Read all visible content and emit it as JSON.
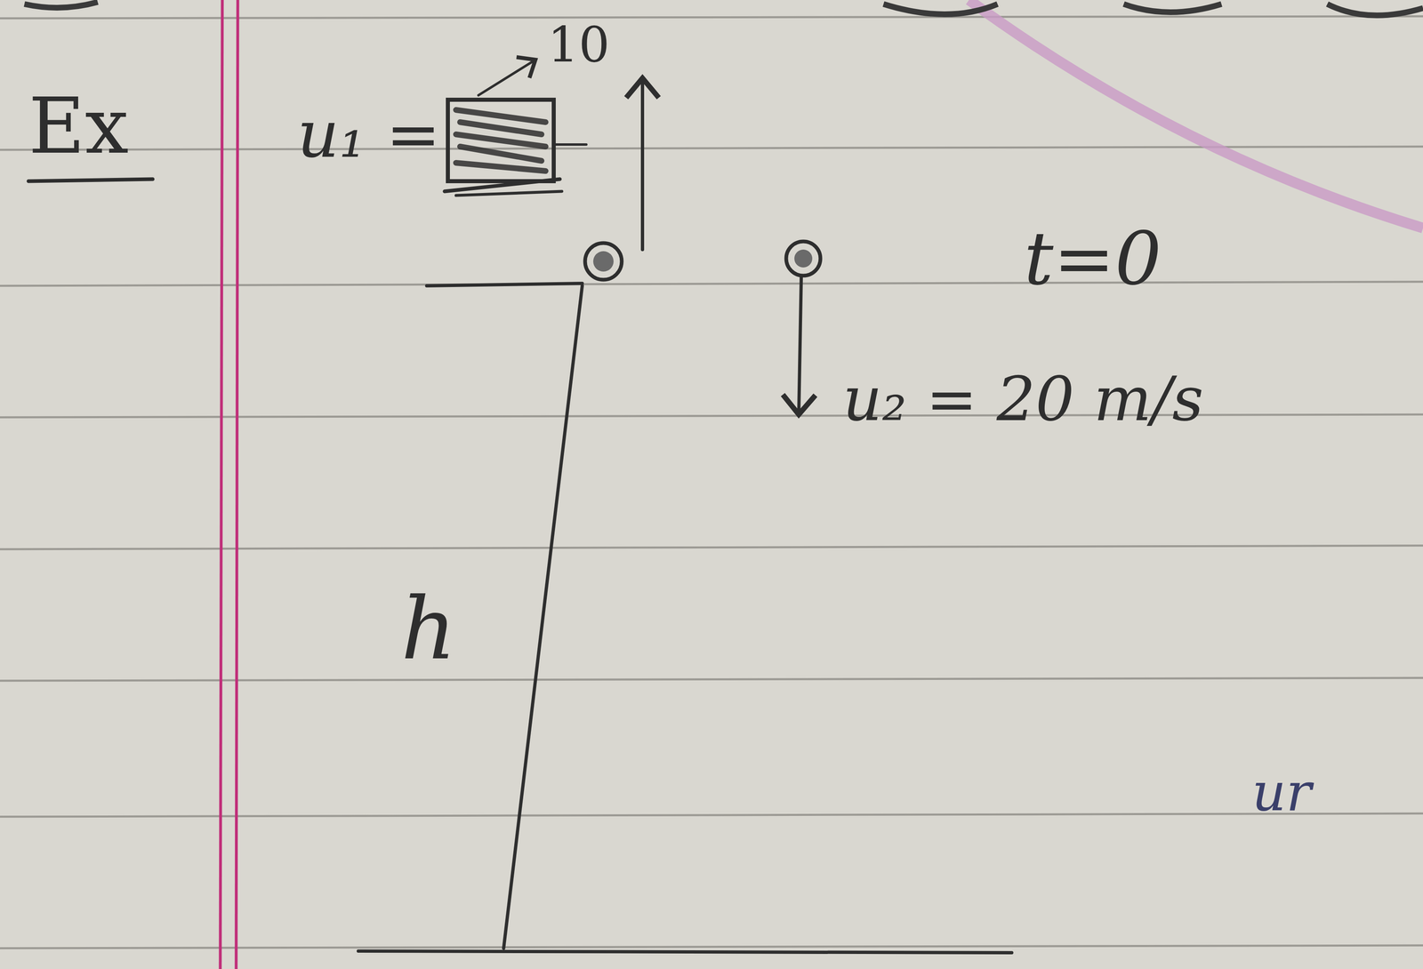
{
  "diagram": {
    "labels": [
      "Ex",
      "u₁ =",
      "10",
      "t=0",
      "u₂ = 20 m/s",
      "h",
      "ur"
    ]
  }
}
